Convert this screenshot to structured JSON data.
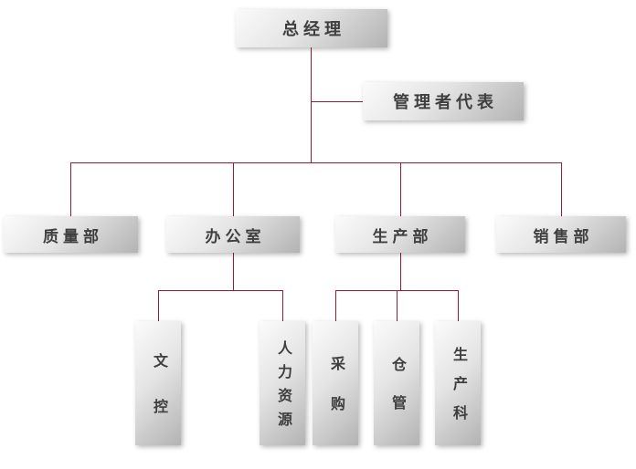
{
  "theme": {
    "line_color": "#9a1b33",
    "text_color": "#3f3f3f",
    "background": "#ffffff"
  },
  "org_chart": {
    "type": "org-chart",
    "root": {
      "label": "总经理"
    },
    "staff": {
      "label": "管理者代表"
    },
    "departments": [
      {
        "label": "质量部",
        "children": []
      },
      {
        "label": "办公室",
        "children": [
          {
            "label": "文控"
          },
          {
            "label": "人力资源"
          }
        ]
      },
      {
        "label": "生产部",
        "children": [
          {
            "label": "采购"
          },
          {
            "label": "仓管"
          },
          {
            "label": "生产科"
          }
        ]
      },
      {
        "label": "销售部",
        "children": []
      }
    ]
  }
}
